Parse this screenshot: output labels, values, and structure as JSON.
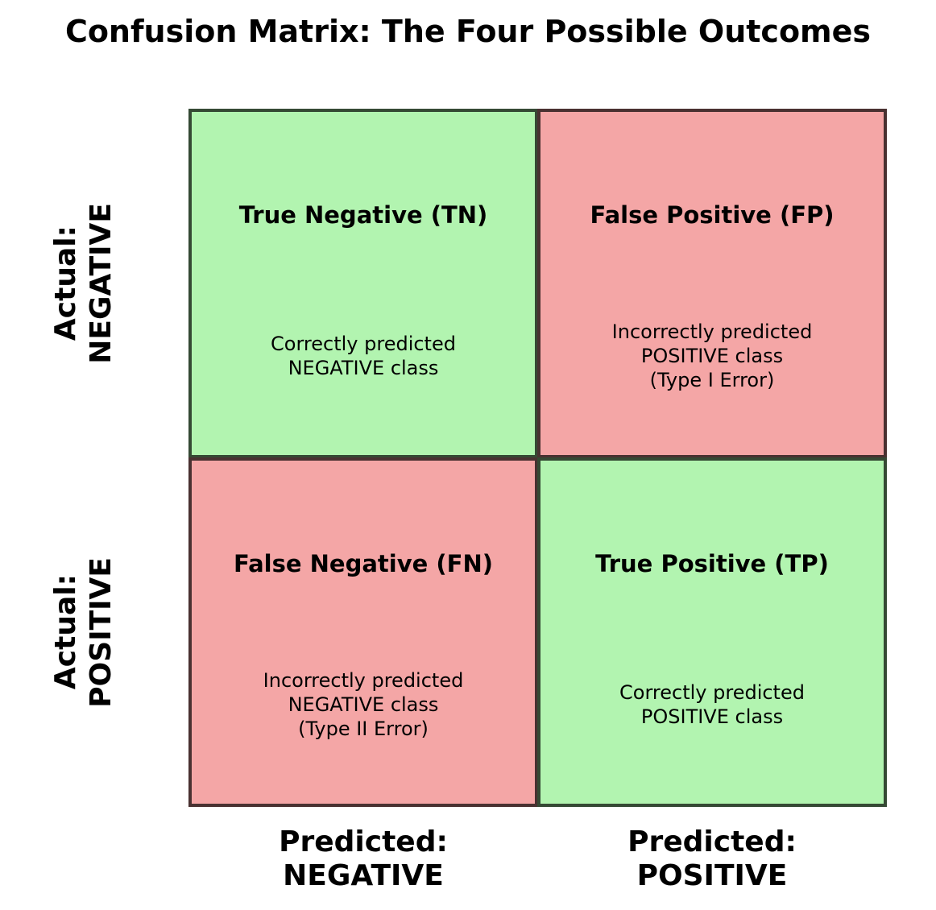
{
  "title": "Confusion Matrix: The Four Possible Outcomes",
  "colors": {
    "correct": "#b2f4b0",
    "incorrect": "#f4a6a6"
  },
  "cells": {
    "tn": {
      "head": "True Negative (TN)",
      "desc": "Correctly predicted\nNEGATIVE class"
    },
    "fp": {
      "head": "False Positive (FP)",
      "desc": "Incorrectly predicted\nPOSITIVE class\n(Type I Error)"
    },
    "fn": {
      "head": "False Negative (FN)",
      "desc": "Incorrectly predicted\nNEGATIVE class\n(Type II Error)"
    },
    "tp": {
      "head": "True Positive (TP)",
      "desc": "Correctly predicted\nPOSITIVE class"
    }
  },
  "x_labels": {
    "neg_1": "Predicted:",
    "neg_2": "NEGATIVE",
    "pos_1": "Predicted:",
    "pos_2": "POSITIVE"
  },
  "y_labels": {
    "neg_1": "Actual:",
    "neg_2": "NEGATIVE",
    "pos_1": "Actual:",
    "pos_2": "POSITIVE"
  }
}
